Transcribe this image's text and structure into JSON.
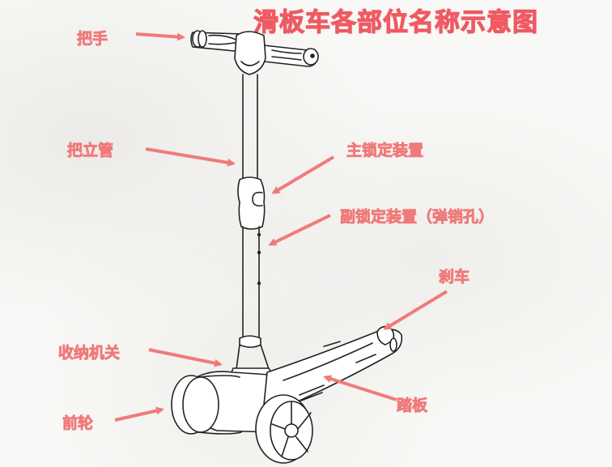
{
  "title": "滑板车各部位名称示意图",
  "colors": {
    "title": "#ef5a63",
    "label": "#f07a7a",
    "arrow": "#f07a7a",
    "line_art": "#222222",
    "background": "#f8f8f6"
  },
  "labels": {
    "handle": "把手",
    "handlebar_pole": "把立管",
    "main_lock": "主锁定装置",
    "secondary_lock": "副锁定装置（弹销孔）",
    "brake": "刹车",
    "fold_switch": "收纳机关",
    "deck": "踏板",
    "front_wheel": "前轮"
  }
}
